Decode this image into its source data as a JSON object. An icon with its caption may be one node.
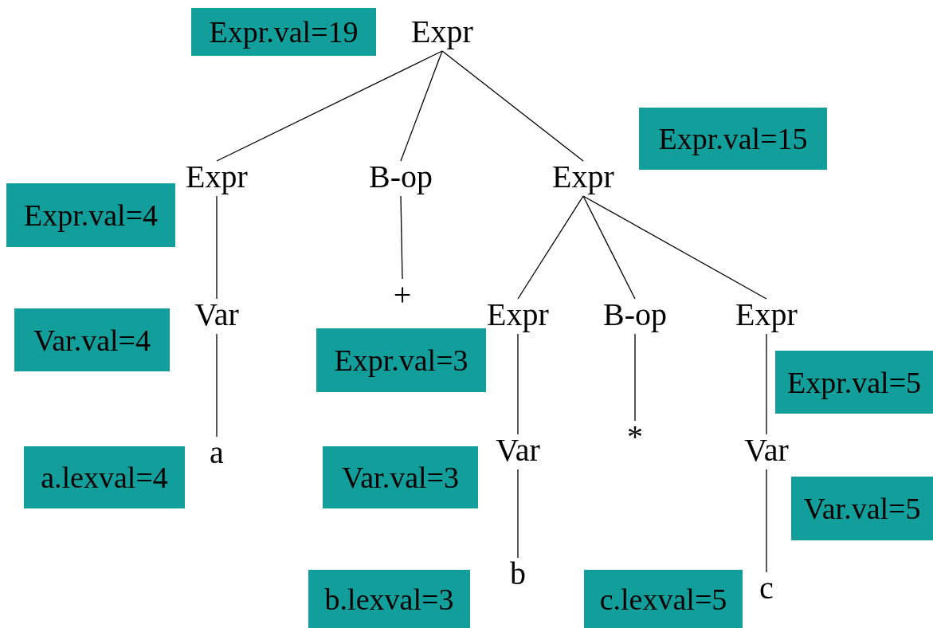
{
  "diagram": {
    "nodes": [
      {
        "text": [
          "Expr"
        ]
      },
      {
        "text": [
          "Expr"
        ]
      },
      {
        "text": [
          "B-op"
        ]
      },
      {
        "text": [
          "Expr"
        ]
      },
      {
        "text": [
          "Var"
        ]
      },
      {
        "text": [
          "+"
        ]
      },
      {
        "text": [
          "Expr"
        ]
      },
      {
        "text": [
          "B-op"
        ]
      },
      {
        "text": [
          "Expr"
        ]
      },
      {
        "text": [
          "a"
        ]
      },
      {
        "text": [
          "Var"
        ]
      },
      {
        "text": [
          "*"
        ]
      },
      {
        "text": [
          "Var"
        ]
      },
      {
        "text": [
          "b"
        ]
      },
      {
        "text": [
          "c"
        ]
      },
      {
        "text": [
          "Expr.val=19"
        ]
      },
      {
        "text": [
          "Expr.val=15"
        ]
      },
      {
        "text": [
          "Expr.val=4"
        ]
      },
      {
        "text": [
          "Var.val=4"
        ]
      },
      {
        "text": [
          "Expr.val=3"
        ]
      },
      {
        "text": [
          "Expr.val=5"
        ]
      },
      {
        "text": [
          "a.lexval=4"
        ]
      },
      {
        "text": [
          "Var.val=3"
        ]
      },
      {
        "text": [
          "Var.val=5"
        ]
      },
      {
        "text": [
          "b.lexval=3"
        ]
      },
      {
        "text": [
          "c.lexval=5"
        ]
      }
    ],
    "edges": [
      {
        "from": 0,
        "to": 1,
        "arrow": "none"
      },
      {
        "from": 0,
        "to": 2,
        "arrow": "none"
      },
      {
        "from": 0,
        "to": 3,
        "arrow": "none"
      },
      {
        "from": 1,
        "to": 4,
        "arrow": "none"
      },
      {
        "from": 2,
        "to": 5,
        "arrow": "none"
      },
      {
        "from": 3,
        "to": 6,
        "arrow": "none"
      },
      {
        "from": 3,
        "to": 7,
        "arrow": "none"
      },
      {
        "from": 3,
        "to": 8,
        "arrow": "none"
      },
      {
        "from": 4,
        "to": 9,
        "arrow": "none"
      },
      {
        "from": 6,
        "to": 10,
        "arrow": "none"
      },
      {
        "from": 7,
        "to": 11,
        "arrow": "none"
      },
      {
        "from": 8,
        "to": 12,
        "arrow": "none"
      },
      {
        "from": 10,
        "to": 13,
        "arrow": "none"
      },
      {
        "from": 12,
        "to": 14,
        "arrow": "none"
      }
    ]
  }
}
